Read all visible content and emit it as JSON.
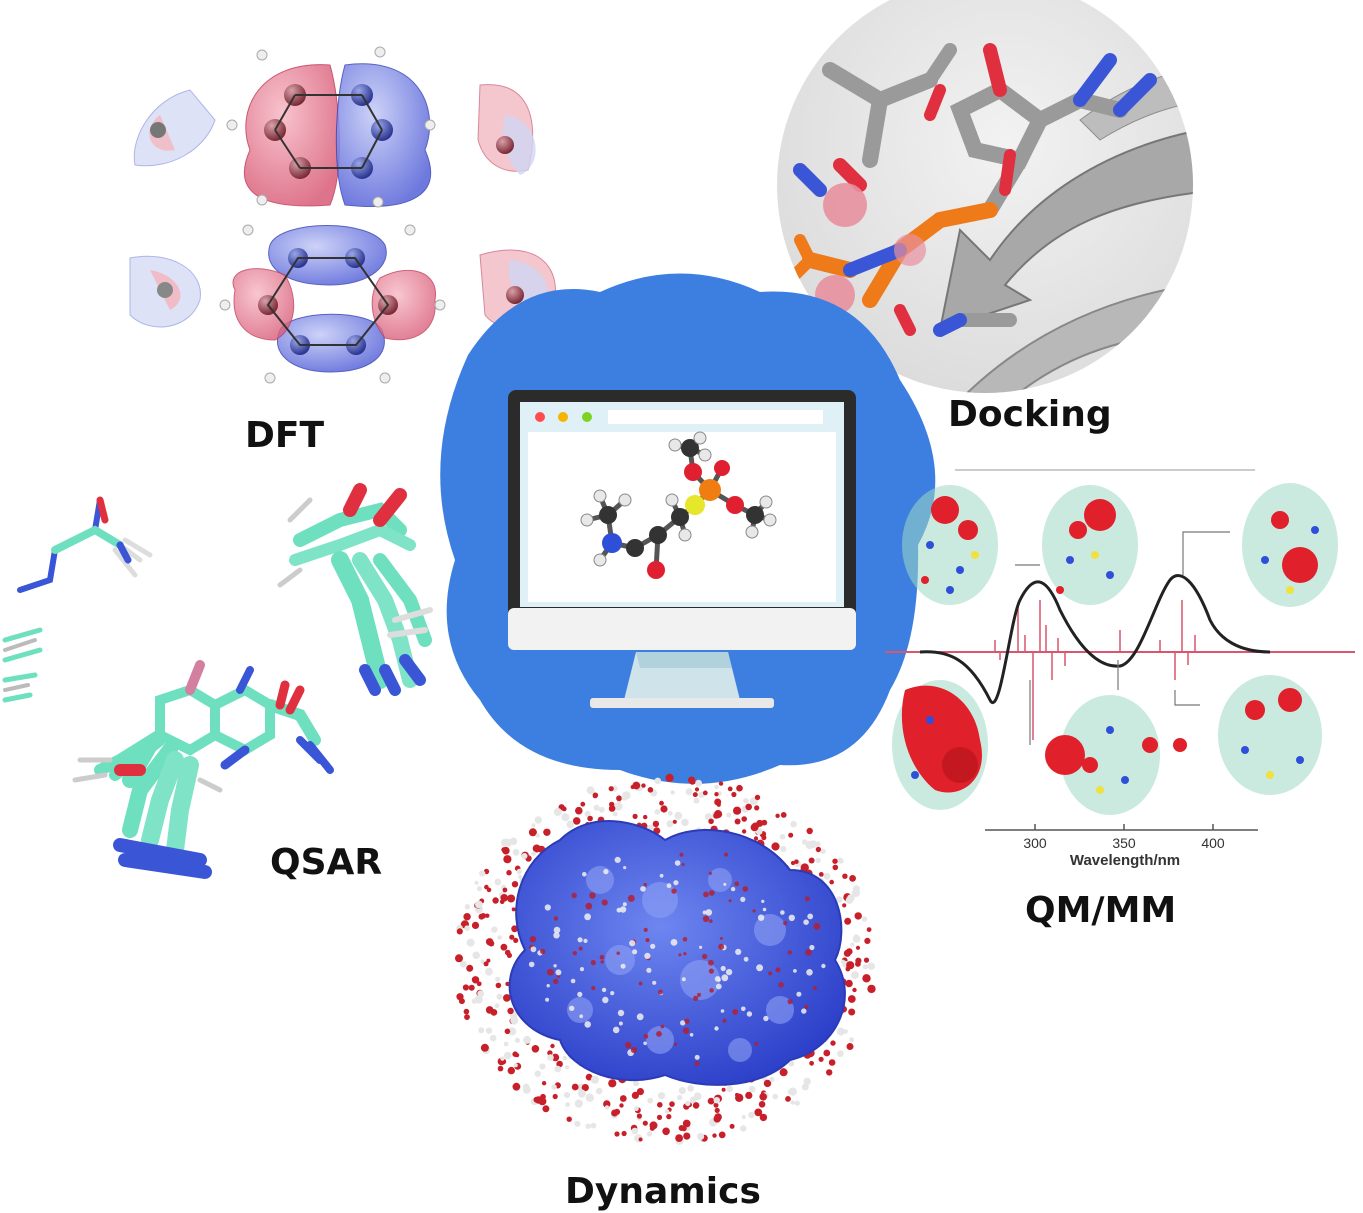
{
  "labels": {
    "dft": "DFT",
    "docking": "Docking",
    "qsar": "QSAR",
    "qmmm": "QM/MM",
    "dynamics": "Dynamics"
  },
  "spectrum": {
    "xlabel": "Wavelength/nm",
    "ticks": [
      "300",
      "350",
      "400"
    ]
  },
  "colors": {
    "hub": "#3d7fe0",
    "monitor_frame": "#2b2b2b",
    "window_dot_red": "#ff4d4d",
    "window_dot_yellow": "#f5b400",
    "window_dot_green": "#7ed321",
    "surface_blue": "#3f5fe0",
    "water_red": "#c8202a"
  }
}
